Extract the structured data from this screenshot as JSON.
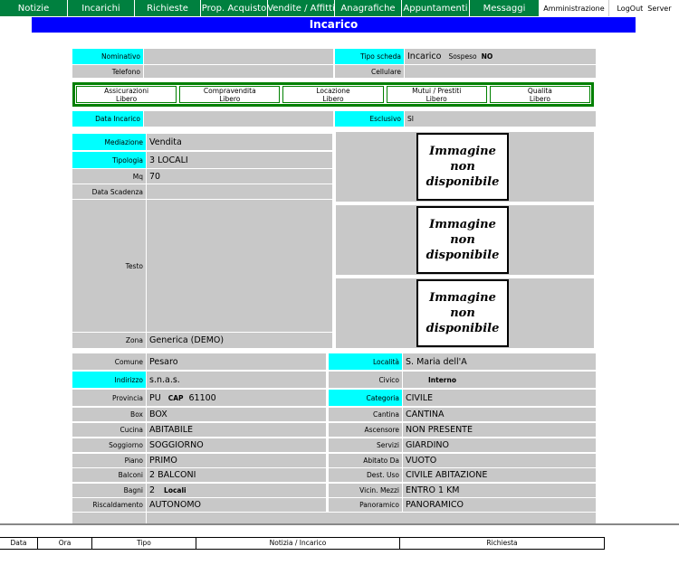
{
  "nav": {
    "items": [
      "Notizie",
      "Incarichi",
      "Richieste",
      "Prop. Acquisto",
      "Vendite / Affitti",
      "Anagrafiche",
      "Appuntamenti",
      "Messaggi"
    ],
    "admin": "Amministrazione",
    "logout": "LogOut",
    "server": "Server"
  },
  "title": "Incarico",
  "header": {
    "nominativo_label": "Nominativo",
    "telefono_label": "Telefono",
    "tipo_scheda_label": "Tipo scheda",
    "tipo_scheda_value": "Incarico",
    "sospeso_label": "Sospeso",
    "sospeso_value": "NO",
    "cellulare_label": "Cellulare"
  },
  "status": [
    {
      "title": "Assicurazioni",
      "state": "Libero"
    },
    {
      "title": "Compravendita",
      "state": "Libero"
    },
    {
      "title": "Locazione",
      "state": "Libero"
    },
    {
      "title": "Mutui / Prestiti",
      "state": "Libero"
    },
    {
      "title": "Qualita",
      "state": "Libero"
    }
  ],
  "data_incarico_label": "Data Incarico",
  "esclusivo_label": "Esclusivo",
  "esclusivo_value": "SI",
  "details": {
    "mediazione_label": "Mediazione",
    "mediazione_value": "Vendita",
    "tipologia_label": "Tipologia",
    "tipologia_value": "3 LOCALI",
    "mq_label": "Mq",
    "mq_value": "70",
    "scadenza_label": "Data Scadenza",
    "testo_label": "Testo",
    "zona_label": "Zona",
    "zona_value": "Generica (DEMO)"
  },
  "images": [
    "Immagine non disponibile",
    "Immagine non disponibile",
    "Immagine non disponibile"
  ],
  "location": {
    "comune_label": "Comune",
    "comune_value": "Pesaro",
    "localita_label": "Località",
    "localita_value": "S. Maria dell'A",
    "indirizzo_label": "Indirizzo",
    "indirizzo_value": "s.n.a.s.",
    "civico_label": "Civico",
    "interno_label": "Interno",
    "provincia_label": "Provincia",
    "provincia_value": "PU",
    "cap_label": "CAP",
    "cap_value": "61100",
    "categoria_label": "Categoria",
    "categoria_value": "CIVILE"
  },
  "features": {
    "left": [
      {
        "label": "Box",
        "value": "BOX"
      },
      {
        "label": "Cucina",
        "value": "ABITABILE"
      },
      {
        "label": "Soggiorno",
        "value": "SOGGIORNO"
      },
      {
        "label": "Piano",
        "value": "PRIMO"
      },
      {
        "label": "Balconi",
        "value": "2 BALCONI"
      },
      {
        "label": "Bagni",
        "value": "2"
      },
      {
        "label": "Riscaldamento",
        "value": "AUTONOMO"
      }
    ],
    "locali_label": "Locali",
    "right": [
      {
        "label": "Cantina",
        "value": "CANTINA"
      },
      {
        "label": "Ascensore",
        "value": "NON PRESENTE"
      },
      {
        "label": "Servizi",
        "value": "GIARDINO"
      },
      {
        "label": "Abitato Da",
        "value": "VUOTO"
      },
      {
        "label": "Dest. Uso",
        "value": "CIVILE ABITAZIONE"
      },
      {
        "label": "Vicin. Mezzi",
        "value": "ENTRO 1 KM"
      },
      {
        "label": "Panoramico",
        "value": "PANORAMICO"
      }
    ]
  },
  "footer": [
    "Data",
    "Ora",
    "Tipo",
    "Notizia / Incarico",
    "Richiesta"
  ]
}
